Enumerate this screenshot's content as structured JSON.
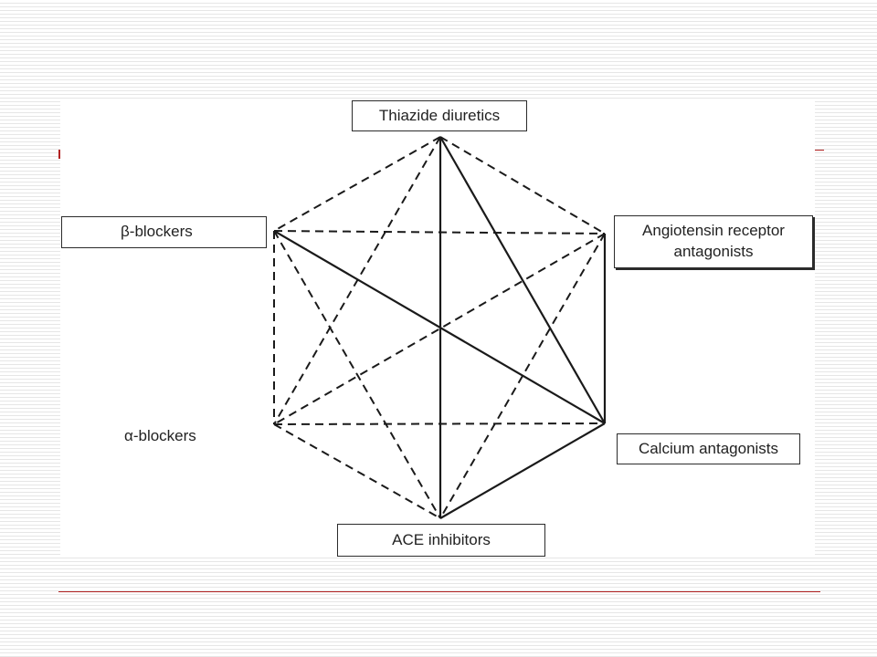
{
  "diagram": {
    "nodes": {
      "thiazide": "Thiazide diuretics",
      "beta": "β-blockers",
      "arb_line1": "Angiotensin receptor",
      "arb_line2": "antagonists",
      "alpha": "α-blockers",
      "calcium": "Calcium antagonists",
      "ace": "ACE inhibitors"
    },
    "edges": [
      {
        "from": "thiazide",
        "to": "ace",
        "style": "solid"
      },
      {
        "from": "thiazide",
        "to": "calcium",
        "style": "solid"
      },
      {
        "from": "beta",
        "to": "calcium",
        "style": "solid"
      },
      {
        "from": "arb",
        "to": "calcium",
        "style": "solid"
      },
      {
        "from": "calcium",
        "to": "ace",
        "style": "solid"
      },
      {
        "from": "thiazide",
        "to": "beta",
        "style": "dashed"
      },
      {
        "from": "thiazide",
        "to": "arb",
        "style": "dashed"
      },
      {
        "from": "thiazide",
        "to": "alpha",
        "style": "dashed"
      },
      {
        "from": "beta",
        "to": "arb",
        "style": "dashed"
      },
      {
        "from": "beta",
        "to": "alpha",
        "style": "dashed"
      },
      {
        "from": "beta",
        "to": "ace",
        "style": "dashed"
      },
      {
        "from": "arb",
        "to": "alpha",
        "style": "dashed"
      },
      {
        "from": "arb",
        "to": "ace",
        "style": "dashed"
      },
      {
        "from": "alpha",
        "to": "calcium",
        "style": "dashed"
      },
      {
        "from": "alpha",
        "to": "ace",
        "style": "dashed"
      }
    ]
  },
  "colors": {
    "accent": "#b22222",
    "line": "#1a1a1a"
  }
}
